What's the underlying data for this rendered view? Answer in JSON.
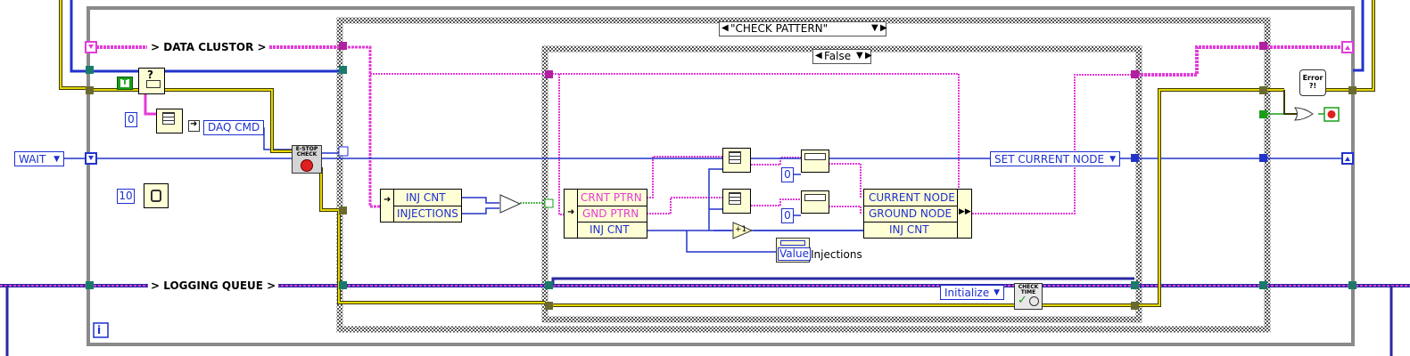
{
  "wires": {
    "data_cluster_label": "> DATA CLUSTOR >",
    "logging_queue_label": "> LOGGING QUEUE >"
  },
  "case_outer": {
    "selector": "\"CHECK PATTERN\""
  },
  "case_inner": {
    "selector": "False"
  },
  "left_enum": "WAIT",
  "daq": {
    "index_const": "0",
    "cmd_label": "DAQ CMD"
  },
  "wait_const": "10",
  "estop": {
    "title": "E-STOP CHECK"
  },
  "unbundle_top": {
    "rows": [
      "INJ CNT",
      "INJECTIONS"
    ]
  },
  "unbundle_inner": {
    "rows": [
      "CRNT PTRN",
      "GND PTRN",
      "INJ CNT"
    ]
  },
  "bundle_inner": {
    "rows": [
      "CURRENT NODE",
      "GROUND NODE",
      "INJ CNT"
    ]
  },
  "increment": "+1",
  "const_zero_1": "0",
  "const_zero_2": "0",
  "prop_node": {
    "field": "Value",
    "label": "Injections"
  },
  "set_node_enum": "SET CURRENT NODE",
  "initialize_enum": "Initialize",
  "check_time": {
    "title": "CHECK TIME"
  },
  "error_text": "Error ?!",
  "true_const": "T",
  "loop_iter": "i"
}
